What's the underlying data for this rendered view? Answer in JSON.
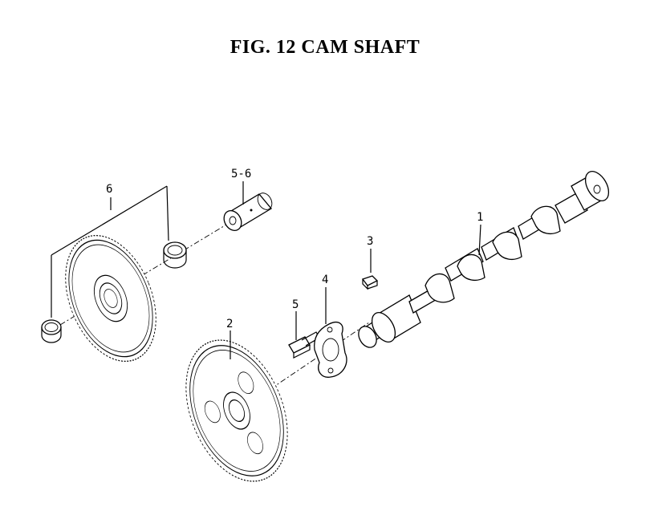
{
  "title": "FIG. 12  CAM SHAFT",
  "callouts": {
    "p1": "1",
    "p2": "2",
    "p3": "3",
    "p4": "4",
    "p5": "5",
    "p56": "5-6",
    "p6": "6"
  }
}
